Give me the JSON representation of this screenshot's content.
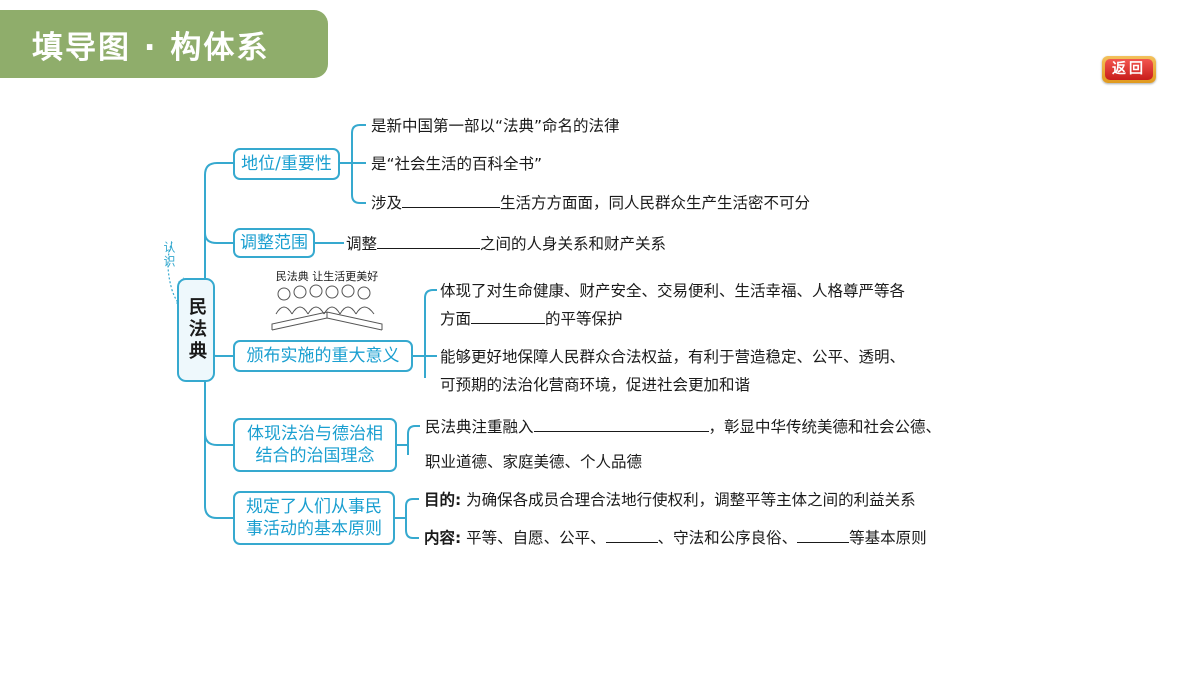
{
  "header": {
    "title": "填导图 · 构体系"
  },
  "back_button": {
    "label": "返回"
  },
  "root": {
    "label": "民法典",
    "side_label": "认识"
  },
  "illustration": {
    "caption": "民法典 让生活更美好"
  },
  "branches": [
    {
      "label": "地位/重要性",
      "items": [
        {
          "parts": [
            "是新中国第一部以“法典”命名的法律"
          ]
        },
        {
          "parts": [
            "是“社会生活的百科全书”"
          ]
        },
        {
          "parts": [
            "涉及",
            "生活方方面面，同人民群众生产生活密不可分"
          ]
        }
      ]
    },
    {
      "label": "调整范围",
      "items": [
        {
          "parts": [
            "调整",
            "之间的人身关系和财产关系"
          ]
        }
      ]
    },
    {
      "label": "颁布实施的重大意义",
      "items": [
        {
          "lines": [
            "体现了对生命健康、财产安全、交易便利、生活幸福、人格尊严等各",
            "方面",
            "的平等保护"
          ]
        },
        {
          "lines": [
            "能够更好地保障人民群众合法权益，有利于营造稳定、公平、透明、",
            "可预期的法治化营商环境，促进社会更加和谐"
          ]
        }
      ]
    },
    {
      "label": [
        "体现法治与德治相",
        "结合的治国理念"
      ],
      "items": [
        {
          "lines": [
            "民法典注重融入",
            "，彰显中华传统美德和社会公德、",
            "职业道德、家庭美德、个人品德"
          ]
        }
      ]
    },
    {
      "label": [
        "规定了人们从事民",
        "事活动的基本原则"
      ],
      "items": [
        {
          "key": "目的:",
          "text": "为确保各成员合理合法地行使权利，调整平等主体之间的利益关系"
        },
        {
          "key": "内容:",
          "parts": [
            "平等、自愿、公平、",
            "、守法和公序良俗、",
            "等基本原则"
          ]
        }
      ]
    }
  ],
  "colors": {
    "accent": "#36a9cf",
    "header_bg": "#8fad6b",
    "back_red": "#d9312b"
  }
}
